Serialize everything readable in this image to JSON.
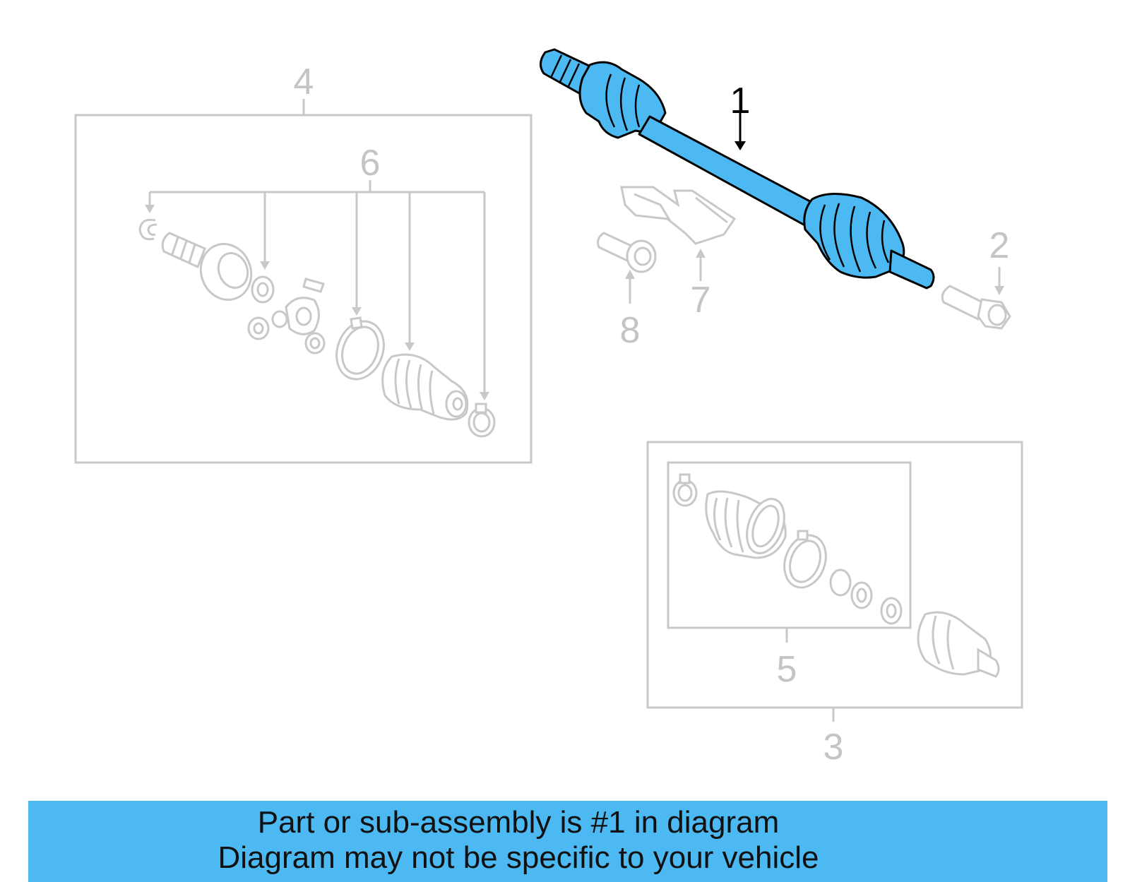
{
  "callouts": {
    "c1": "1",
    "c2": "2",
    "c3": "3",
    "c4": "4",
    "c5": "5",
    "c6": "6",
    "c7": "7",
    "c8": "8"
  },
  "banner": {
    "line1": "Part or sub-assembly is #1 in diagram",
    "line2": "Diagram may not be specific to your vehicle"
  },
  "colors": {
    "highlight": "#4db9f2",
    "ghost_outline": "#c8c8c8"
  }
}
